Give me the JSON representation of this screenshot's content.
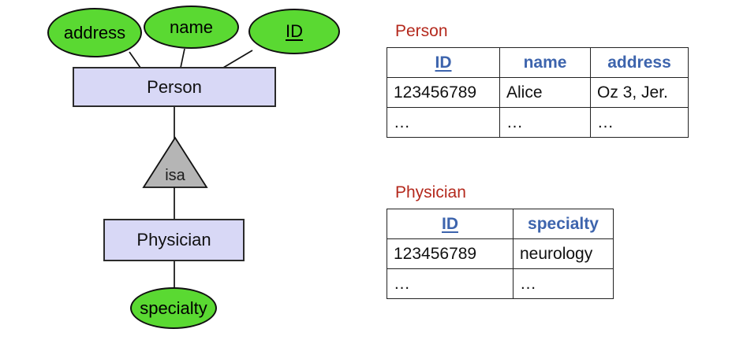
{
  "diagram": {
    "attributes": [
      {
        "label": "address",
        "underlined": false
      },
      {
        "label": "name",
        "underlined": false
      },
      {
        "label": "ID",
        "underlined": true
      },
      {
        "label": "specialty",
        "underlined": false
      }
    ],
    "entities": [
      {
        "label": "Person"
      },
      {
        "label": "Physician"
      }
    ],
    "isa_label": "isa",
    "colors": {
      "attribute_fill": "#5ad932",
      "entity_fill": "#d8d8f6",
      "isa_fill": "#b5b5b5",
      "outline": "#111111"
    }
  },
  "tables": {
    "colors": {
      "title_red": "#b4291d",
      "header_blue": "#3d64ad"
    },
    "person": {
      "title": "Person",
      "columns": [
        "ID",
        "name",
        "address"
      ],
      "rows": [
        [
          "123456789",
          "Alice",
          "Oz 3, Jer."
        ],
        [
          "…",
          "…",
          "…"
        ]
      ]
    },
    "physician": {
      "title": "Physician",
      "columns": [
        "ID",
        "specialty"
      ],
      "rows": [
        [
          "123456789",
          "neurology"
        ],
        [
          "…",
          "…"
        ]
      ]
    }
  }
}
